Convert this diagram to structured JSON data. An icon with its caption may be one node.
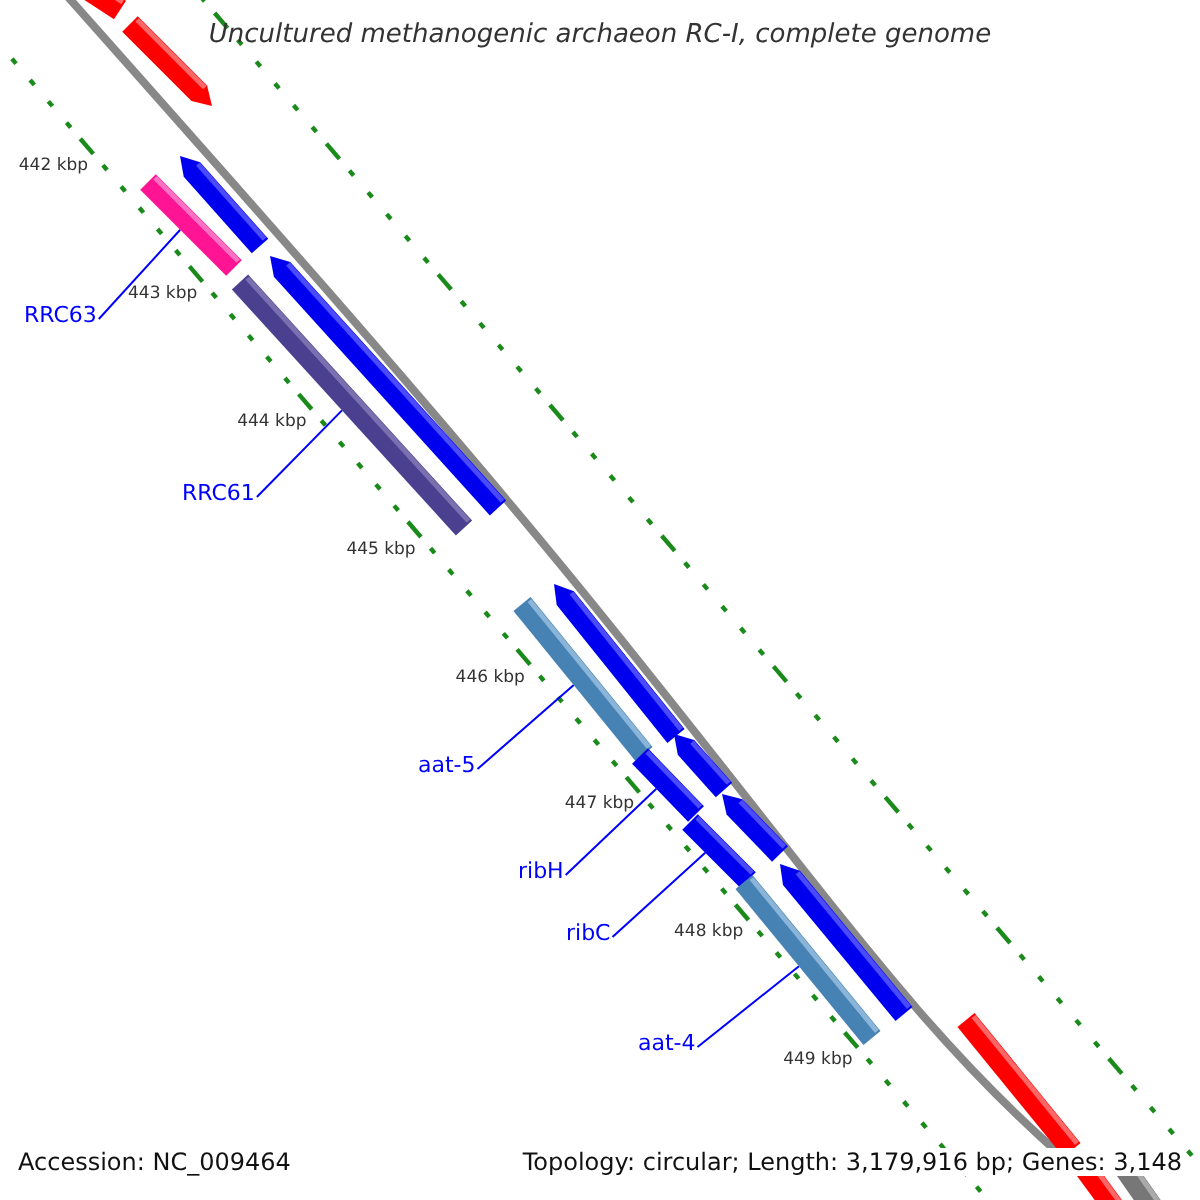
{
  "diagram": {
    "title": "Uncultured methanogenic archaeon RC-I, complete genome",
    "nodes": [
      {
        "text": [
          "RRC63"
        ]
      },
      {
        "text": [],
        "shape": "bar"
      },
      {
        "text": [
          "RRC61"
        ]
      },
      {
        "text": [],
        "shape": "bar"
      },
      {
        "text": [
          "aat-5"
        ]
      },
      {
        "text": [],
        "shape": "bar"
      },
      {
        "text": [
          "ribH"
        ]
      },
      {
        "text": [],
        "shape": "bar"
      },
      {
        "text": [
          "ribC"
        ]
      },
      {
        "text": [],
        "shape": "bar"
      },
      {
        "text": [
          "aat-4"
        ]
      },
      {
        "text": [],
        "shape": "bar"
      }
    ],
    "edges": [
      {
        "from": 0,
        "to": 1,
        "arrow": "none"
      },
      {
        "from": 2,
        "to": 3,
        "arrow": "none"
      },
      {
        "from": 4,
        "to": 5,
        "arrow": "none"
      },
      {
        "from": 6,
        "to": 7,
        "arrow": "none"
      },
      {
        "from": 8,
        "to": 9,
        "arrow": "none"
      },
      {
        "from": 10,
        "to": 11,
        "arrow": "none"
      }
    ],
    "labels": [
      "442 kbp",
      "443 kbp",
      "444 kbp",
      "445 kbp",
      "446 kbp",
      "447 kbp",
      "448 kbp",
      "449 kbp",
      "Accession: NC_009464",
      "Topology: circular; Length: 3,179,916 bp; Genes: 3,148"
    ]
  }
}
